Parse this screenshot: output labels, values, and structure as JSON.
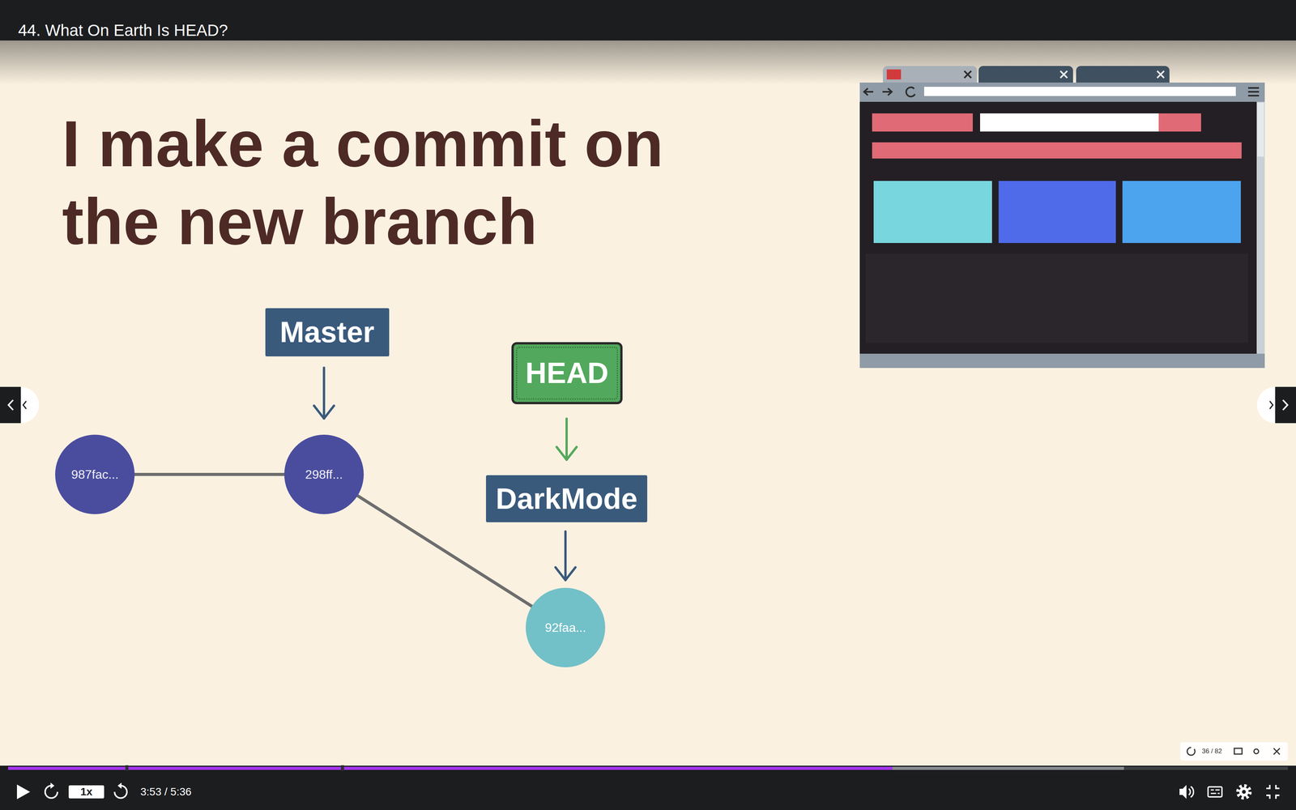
{
  "diagram": {
    "title": "I make a commit on the new branch",
    "nodes": [
      {
        "text": [
          "Master"
        ]
      },
      {
        "text": [
          "HEAD"
        ]
      },
      {
        "text": [
          "987fac..."
        ]
      },
      {
        "text": [
          "298ff..."
        ]
      },
      {
        "text": [
          "DarkMode"
        ]
      },
      {
        "text": [
          "92faa..."
        ]
      }
    ],
    "edges": [
      {
        "from": 0,
        "to": 3,
        "arrow": "to"
      },
      {
        "from": 1,
        "to": 4,
        "arrow": "to"
      },
      {
        "from": 4,
        "to": 5,
        "arrow": "to"
      },
      {
        "from": 2,
        "to": 3,
        "arrow": "none"
      },
      {
        "from": 3,
        "to": 5,
        "arrow": "none"
      }
    ],
    "labels": [
      "44. What On Earth Is HEAD?",
      "1x",
      "3:53 / 5:36",
      "36 / 82"
    ]
  }
}
